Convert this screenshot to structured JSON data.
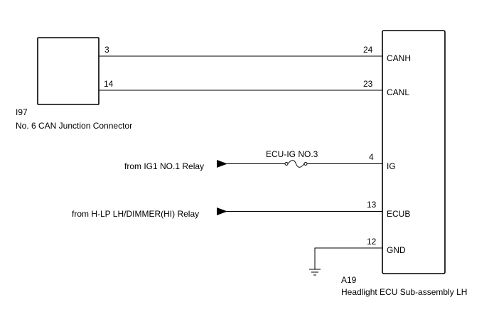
{
  "connector_i97": {
    "code": "I97",
    "name": "No. 6 CAN Junction Connector",
    "pins": [
      "3",
      "14"
    ]
  },
  "ecu_a19": {
    "code": "A19",
    "name": "Headlight ECU Sub-assembly LH",
    "pins": [
      {
        "number": "24",
        "label": "CANH"
      },
      {
        "number": "23",
        "label": "CANL"
      },
      {
        "number": "4",
        "label": "IG"
      },
      {
        "number": "13",
        "label": "ECUB"
      },
      {
        "number": "12",
        "label": "GND"
      }
    ]
  },
  "fuse": {
    "label": "ECU-IG NO.3"
  },
  "inputs": {
    "ig1_relay": "from IG1 NO.1 Relay",
    "hlp_relay": "from H-LP LH/DIMMER(HI) Relay"
  }
}
